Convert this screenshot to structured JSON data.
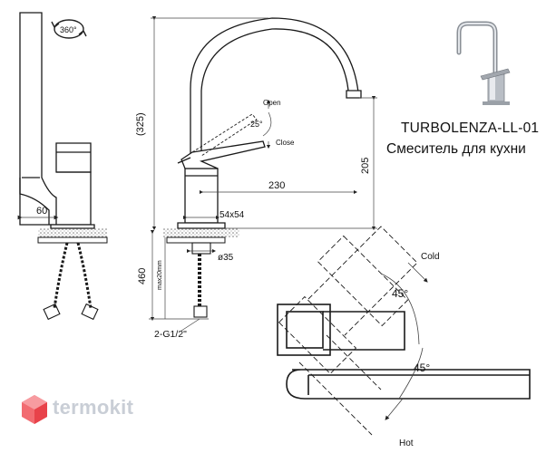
{
  "product": {
    "model": "TURBOLENZA-LL-01",
    "description": "Смеситель для кухни"
  },
  "logo": {
    "text": "termokit"
  },
  "dimensions": {
    "rotation": "360°",
    "height_total": "(325)",
    "spout_reach": "230",
    "spout_height": "205",
    "base_offset": "60",
    "base_size": "54x54",
    "mount_diameter": "ø35",
    "hose_length": "460",
    "hose_max_note": "max20mm",
    "connection": "2-G1/2\"",
    "lever_angle": "25°",
    "open_label": "Open",
    "close_label": "Close",
    "angle_cold": "45°",
    "angle_hot": "45°",
    "cold_label": "Cold",
    "hot_label": "Hot"
  },
  "colors": {
    "line": "#1a1a1a",
    "dim": "#555555",
    "logo_grey": "#c9ced6",
    "logo_red": "#e8424a"
  }
}
